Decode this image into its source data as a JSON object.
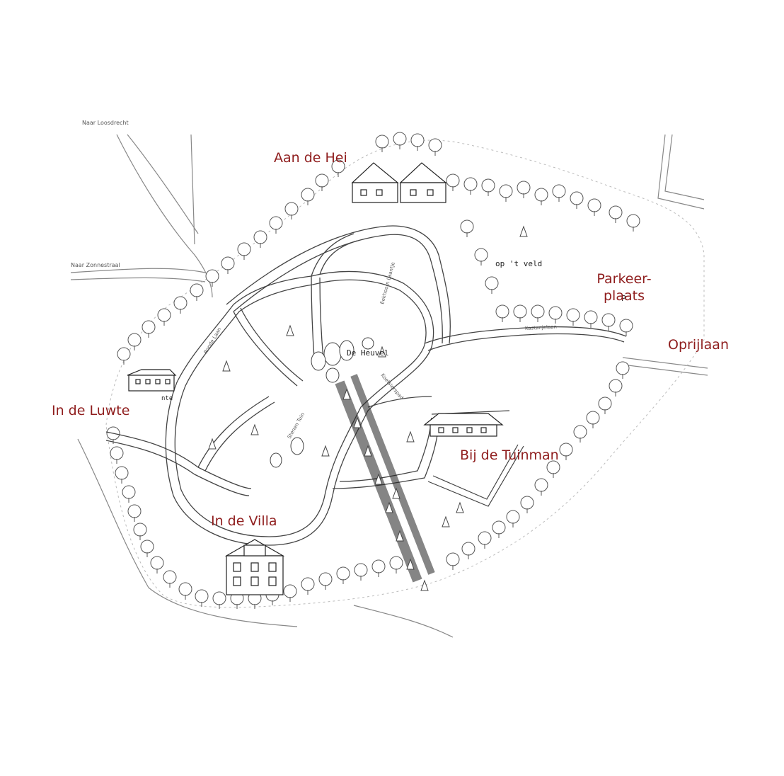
{
  "map": {
    "colors": {
      "label": "#8f1d1d",
      "ink": "#333333",
      "paper": "#ffffff"
    },
    "labels": {
      "aan_de_hei": "Aan de Hei",
      "parkeerplaats": "Parkeer-\nplaats",
      "oprijlaan": "Oprijlaan",
      "in_de_luwte": "In de Luwte",
      "bij_de_tuinman": "Bij de Tuinman",
      "in_de_villa": "In de Villa"
    },
    "sketch_text": {
      "naar_loosdrecht": "Naar Loosdrecht",
      "naar_zonnestraal": "Naar Zonnestraal",
      "op_t_veld": "op 't veld",
      "de_heuvel": "De Heuvel",
      "parking_p": "P",
      "ronde_laan": "Ronde Laan",
      "eekhoorn_laantje": "Eekhoorn Laantje",
      "koetsiers_pad": "Koetsierspad",
      "stenen_tuin": "Stenen Tuin",
      "kastanjelaan": "Kastanjelaan",
      "luwte_sign": "nte"
    }
  }
}
